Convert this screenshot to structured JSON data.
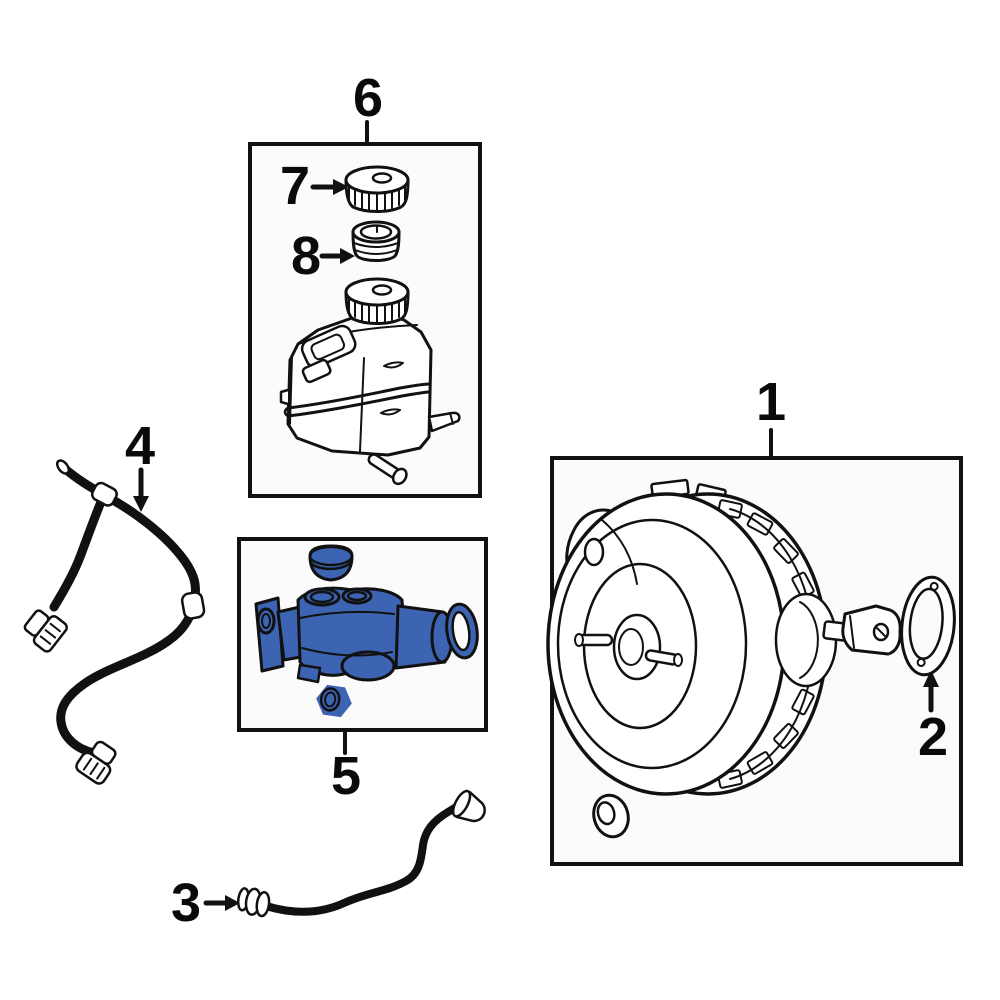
{
  "diagram": {
    "description": "Exploded black line-art parts diagram: vacuum brake booster, master cylinder (highlighted blue), fluid reservoir, hoses and seals with numbered callouts",
    "highlighted_part_callout": "5"
  },
  "colors": {
    "background": "#ffffff",
    "line": "#111111",
    "highlight_fill": "#3d64b2",
    "label_text": "#0a0a0a"
  },
  "callouts": {
    "booster": "1",
    "gasket": "2",
    "tube": "3",
    "hose": "4",
    "master_cylinder": "5",
    "reservoir": "6",
    "reservoir_cap": "7",
    "strainer": "8"
  },
  "parts": [
    {
      "callout": "1",
      "icon": "brake-booster-drawing"
    },
    {
      "callout": "2",
      "icon": "booster-gasket-drawing"
    },
    {
      "callout": "3",
      "icon": "vacuum-tube-drawing"
    },
    {
      "callout": "4",
      "icon": "vacuum-hose-drawing"
    },
    {
      "callout": "5",
      "icon": "master-cylinder-drawing",
      "highlighted": true
    },
    {
      "callout": "6",
      "icon": "fluid-reservoir-drawing"
    },
    {
      "callout": "7",
      "icon": "reservoir-cap-drawing"
    },
    {
      "callout": "8",
      "icon": "reservoir-strainer-drawing"
    }
  ]
}
